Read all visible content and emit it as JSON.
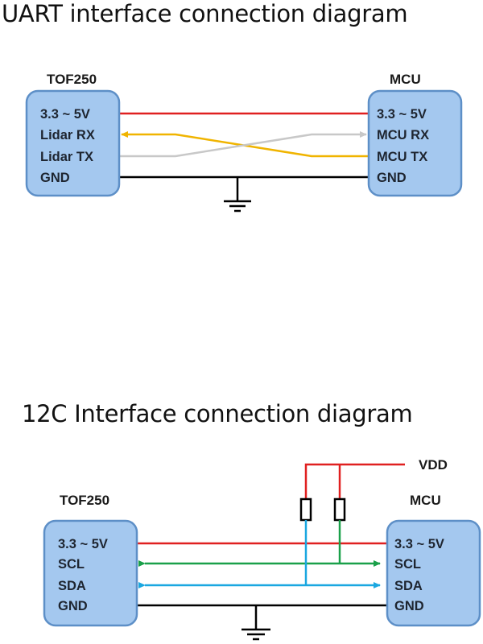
{
  "uart": {
    "title": "UART interface connection diagram",
    "left_device": {
      "name": "TOF250",
      "pins": [
        "3.3 ~ 5V",
        "Lidar RX",
        "Lidar TX",
        "GND"
      ]
    },
    "right_device": {
      "name": "MCU",
      "pins": [
        "3.3 ~ 5V",
        "MCU RX",
        "MCU TX",
        "GND"
      ]
    },
    "wires": [
      {
        "from": "3.3 ~ 5V",
        "to": "3.3 ~ 5V",
        "color": "#e02020"
      },
      {
        "from": "MCU TX",
        "to": "Lidar RX",
        "color": "#f0b400"
      },
      {
        "from": "Lidar TX",
        "to": "MCU RX",
        "color": "#c8c8c8"
      },
      {
        "from": "GND",
        "to": "GND",
        "color": "#000000"
      }
    ]
  },
  "i2c": {
    "title": "12C Interface connection diagram",
    "left_device": {
      "name": "TOF250",
      "pins": [
        "3.3 ~ 5V",
        "SCL",
        "SDA",
        "GND"
      ]
    },
    "right_device": {
      "name": "MCU",
      "pins": [
        "3.3 ~ 5V",
        "SCL",
        "SDA",
        "GND"
      ]
    },
    "pullup_supply": "VDD",
    "wires": [
      {
        "from": "3.3 ~ 5V",
        "to": "3.3 ~ 5V",
        "color": "#e02020"
      },
      {
        "from": "SCL",
        "to": "SCL",
        "color": "#1aa04a"
      },
      {
        "from": "SDA",
        "to": "SDA",
        "color": "#1aa7e0"
      },
      {
        "from": "GND",
        "to": "GND",
        "color": "#000000"
      }
    ]
  },
  "colors": {
    "box_fill": "#a4c8ef",
    "box_border": "#5d8fc7",
    "power": "#e02020",
    "uart_tx": "#f0b400",
    "uart_rx": "#c8c8c8",
    "scl": "#1aa04a",
    "sda": "#1aa7e0",
    "ground": "#000000"
  }
}
